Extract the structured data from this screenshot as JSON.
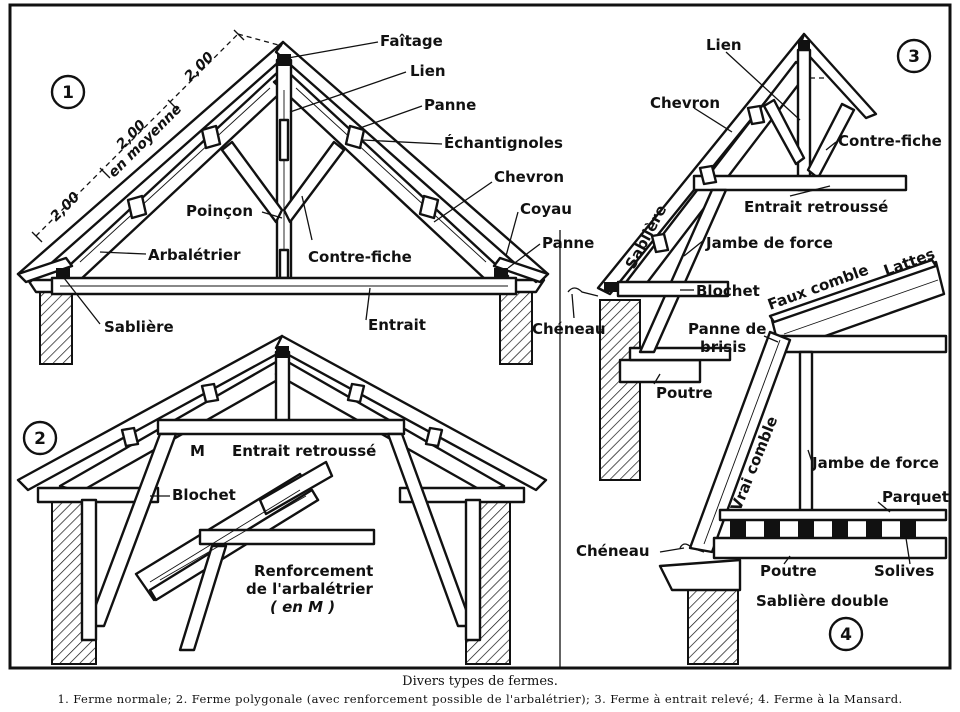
{
  "panels": {
    "p1": {
      "number": "1",
      "dims": [
        "2,00",
        "2,00",
        "2,00"
      ],
      "dim_note": "en moyenne",
      "labels": {
        "faitage": "Faîtage",
        "lien": "Lien",
        "panne": "Panne",
        "echantignoles": "Échantignoles",
        "chevron": "Chevron",
        "coyau": "Coyau",
        "panne2": "Panne",
        "poincon": "Poinçon",
        "arbaletrier": "Arbalétrier",
        "contre_fiche": "Contre-fiche",
        "sabliere": "Sablière",
        "entrait": "Entrait"
      }
    },
    "p2": {
      "number": "2",
      "labels": {
        "m": "M",
        "entrait_retrousse": "Entrait retroussé",
        "blochet": "Blochet",
        "renforcement_1": "Renforcement",
        "renforcement_2": "de l'arbalétrier",
        "renforcement_3": "( en M )"
      }
    },
    "p3": {
      "number": "3",
      "labels": {
        "lien": "Lien",
        "chevron": "Chevron",
        "contre_fiche": "Contre-fiche",
        "sabliere": "Sablière",
        "entrait_retrousse": "Entrait retroussé",
        "jambe_de_force": "Jambe de force",
        "blochet": "Blochet",
        "cheneau": "Chéneau",
        "poutre": "Poutre"
      }
    },
    "p4": {
      "number": "4",
      "labels": {
        "faux_comble": "Faux comble",
        "lattes": "Lattes",
        "panne_de_brisis_1": "Panne de",
        "panne_de_brisis_2": "brisis",
        "vrai_comble": "Vrai comble",
        "jambe_de_force": "Jambe de force",
        "parquet": "Parquet",
        "cheneau": "Chéneau",
        "poutre": "Poutre",
        "solives": "Solives",
        "sabliere_double": "Sablière double"
      }
    }
  },
  "caption": {
    "title": "Divers types de fermes.",
    "items": "1. Ferme normale; 2. Ferme polygonale (avec renforcement possible de l'arbalétrier); 3. Ferme à entrait relevé; 4. Ferme à la Mansard."
  }
}
